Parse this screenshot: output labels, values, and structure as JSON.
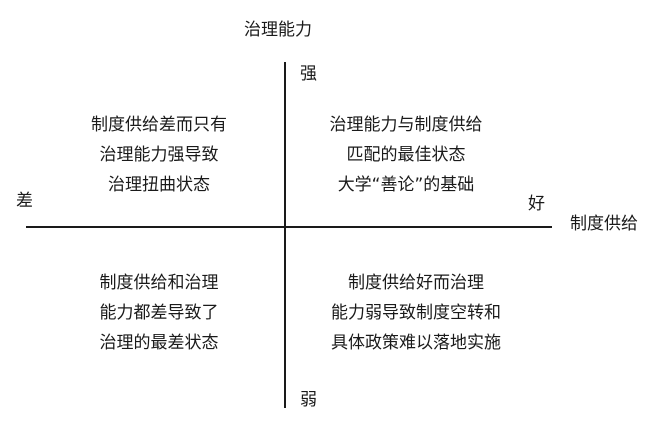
{
  "axes": {
    "vertical_title": "治理能力",
    "vertical_top": "强",
    "vertical_bottom": "弱",
    "horizontal_title": "制度供给",
    "horizontal_left": "差",
    "horizontal_right": "好"
  },
  "quadrants": {
    "top_left": [
      "制度供给差而只有",
      "治理能力强导致",
      "治理扭曲状态"
    ],
    "top_right": [
      "治理能力与制度供给",
      "匹配的最佳状态",
      "大学“善论”的基础"
    ],
    "bottom_left": [
      "制度供给和治理",
      "能力都差导致了",
      "治理的最差状态"
    ],
    "bottom_right": [
      "制度供给好而治理",
      "能力弱导致制度空转和",
      "具体政策难以落地实施"
    ]
  }
}
